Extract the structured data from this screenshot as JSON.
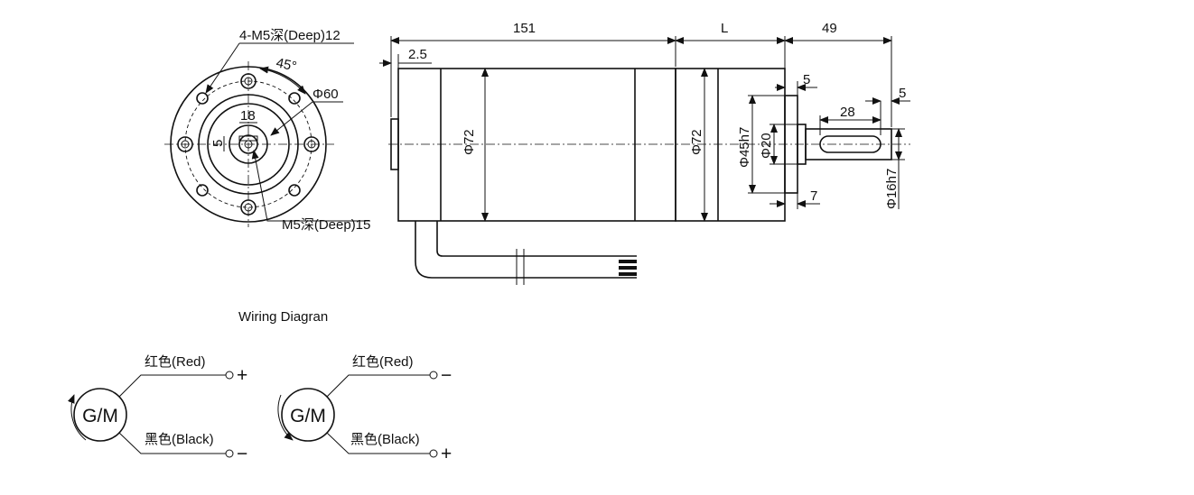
{
  "front_view": {
    "label_holes": "4-M5深(Deep)12",
    "label_angle": "45°",
    "label_pcd": "Φ60",
    "label_key_width": "18",
    "label_key_height": "5",
    "label_center_hole": "M5深(Deep)15"
  },
  "side_view": {
    "dim_total": "151",
    "dim_gear": "L",
    "dim_shaft": "49",
    "dim_flange": "2.5",
    "dim_body_dia_1": "Φ72",
    "dim_body_dia_2": "Φ72",
    "dim_spigot": "Φ45h7",
    "dim_boss": "Φ20",
    "dim_spigot_len": "5",
    "dim_key_len": "28",
    "dim_key_end": "5",
    "dim_spigot_depth": "7",
    "dim_shaft_dia": "Φ16h7"
  },
  "wiring": {
    "title": "Wiring Diagran",
    "left": {
      "motor": "G/M",
      "top_wire": "红色(Red)",
      "top_sign": "+",
      "bottom_wire": "黑色(Black)",
      "bottom_sign": "−"
    },
    "right": {
      "motor": "G/M",
      "top_wire": "红色(Red)",
      "top_sign": "−",
      "bottom_wire": "黑色(Black)",
      "bottom_sign": "+"
    }
  }
}
